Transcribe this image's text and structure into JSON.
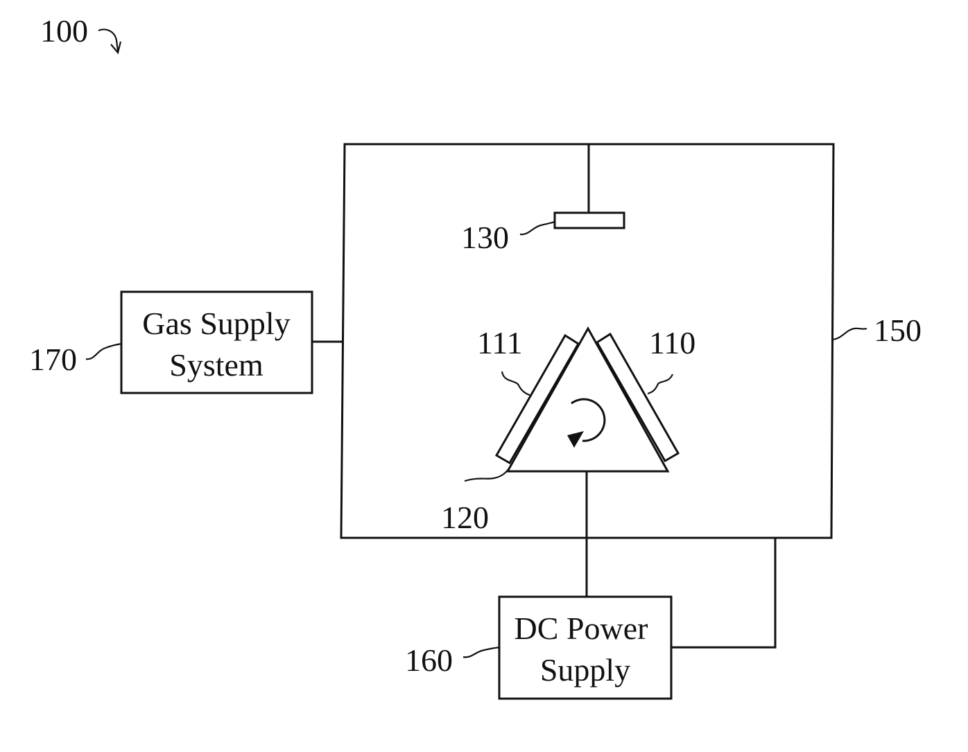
{
  "figure": {
    "ref_label": "100"
  },
  "components": {
    "gas_supply": {
      "ref": "170",
      "line1": "Gas Supply",
      "line2": "System"
    },
    "dc_power": {
      "ref": "160",
      "line1": "DC Power",
      "line2": "Supply"
    },
    "chamber": {
      "ref": "150"
    },
    "substrate": {
      "ref": "130"
    },
    "target_right": {
      "ref": "110"
    },
    "target_left": {
      "ref": "111"
    },
    "rotating_holder": {
      "ref": "120"
    }
  }
}
